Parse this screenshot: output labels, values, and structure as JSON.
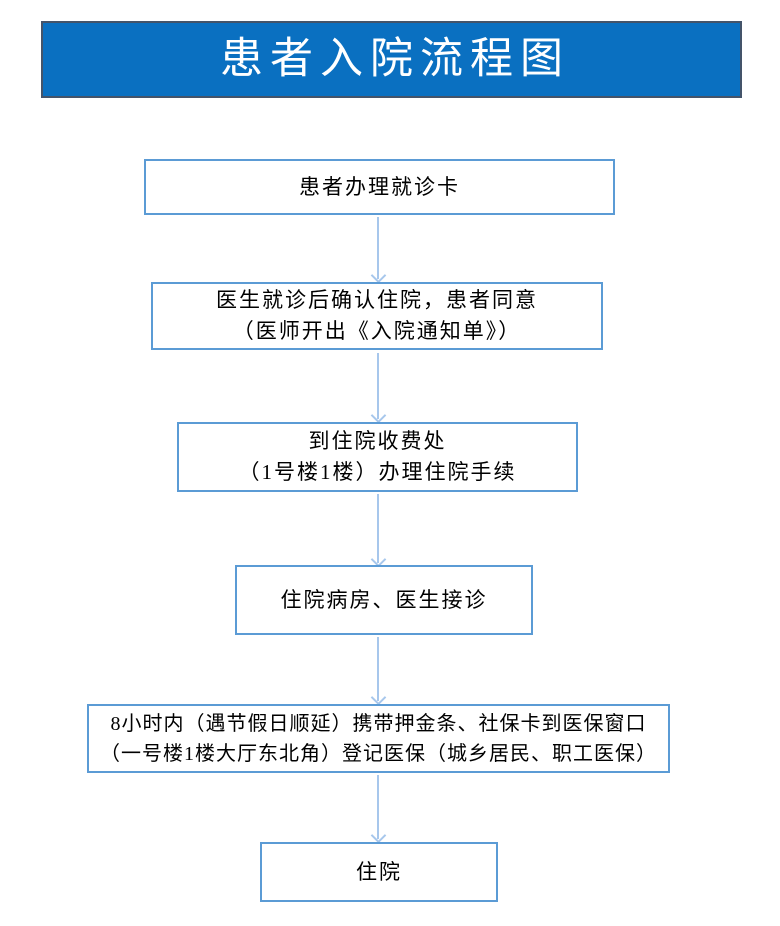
{
  "title": "患者入院流程图",
  "colors": {
    "banner_fill": "#0a70c1",
    "banner_border": "#44546a",
    "title_text": "#ffffff",
    "box_border": "#5b9bd5",
    "arrow": "#a7c7ec",
    "text": "#000000"
  },
  "flowchart": {
    "type": "flowchart",
    "nodes": [
      {
        "id": "register-card",
        "lines": [
          "患者办理就诊卡"
        ]
      },
      {
        "id": "doctor-confirm",
        "lines": [
          "医生就诊后确认住院，患者同意",
          "（医师开出《入院通知单》）"
        ]
      },
      {
        "id": "admission-fee-office",
        "lines": [
          "到住院收费处",
          "（1号楼1楼）办理住院手续"
        ]
      },
      {
        "id": "ward-reception",
        "lines": [
          "住院病房、医生接诊"
        ]
      },
      {
        "id": "insurance-registration",
        "lines": [
          "8小时内（遇节假日顺延）携带押金条、社保卡到医保窗口",
          "（一号楼1楼大厅东北角）登记医保（城乡居民、职工医保）"
        ]
      },
      {
        "id": "hospitalized",
        "lines": [
          "住院"
        ]
      }
    ],
    "edges": [
      {
        "from": "register-card",
        "to": "doctor-confirm"
      },
      {
        "from": "doctor-confirm",
        "to": "admission-fee-office"
      },
      {
        "from": "admission-fee-office",
        "to": "ward-reception"
      },
      {
        "from": "ward-reception",
        "to": "insurance-registration"
      },
      {
        "from": "insurance-registration",
        "to": "hospitalized"
      }
    ]
  }
}
